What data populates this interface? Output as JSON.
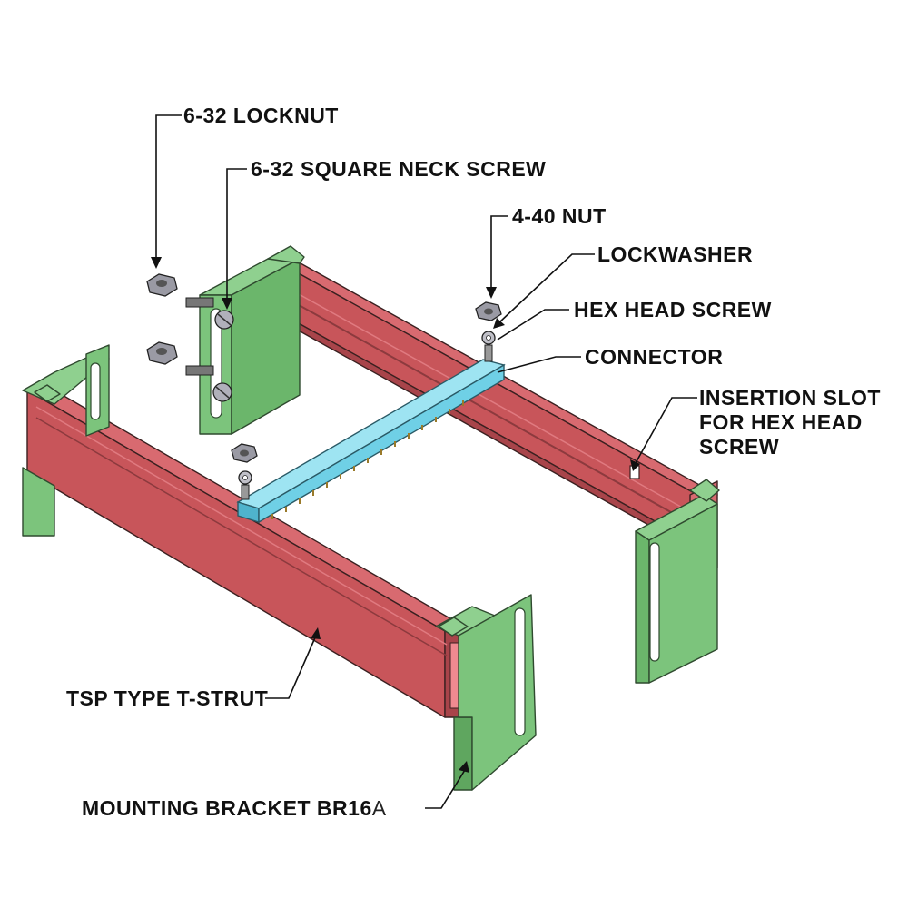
{
  "labels": {
    "locknut": "6-32 LOCKNUT",
    "square_neck_screw": "6-32 SQUARE NECK SCREW",
    "nut_440": "4-40 NUT",
    "lockwasher": "LOCKWASHER",
    "hex_head_screw": "HEX HEAD SCREW",
    "connector": "CONNECTOR",
    "insertion_slot_1": "INSERTION SLOT",
    "insertion_slot_2": "FOR HEX HEAD",
    "insertion_slot_3": "SCREW",
    "t_strut": "TSP TYPE T-STRUT",
    "mounting_bracket_main": "MOUNTING BRACKET BR16",
    "mounting_bracket_suffix": "A"
  },
  "colors": {
    "strut_red": "#c8555a",
    "strut_red_dark": "#a8444a",
    "strut_slot": "#e07a80",
    "bracket_green": "#7cc47c",
    "bracket_green_dark": "#5fa65f",
    "connector_blue": "#6fd0e6",
    "connector_blue_dark": "#4fb3cc",
    "hardware_gray": "#8c8c96",
    "contact_gold": "#c9a44a"
  }
}
